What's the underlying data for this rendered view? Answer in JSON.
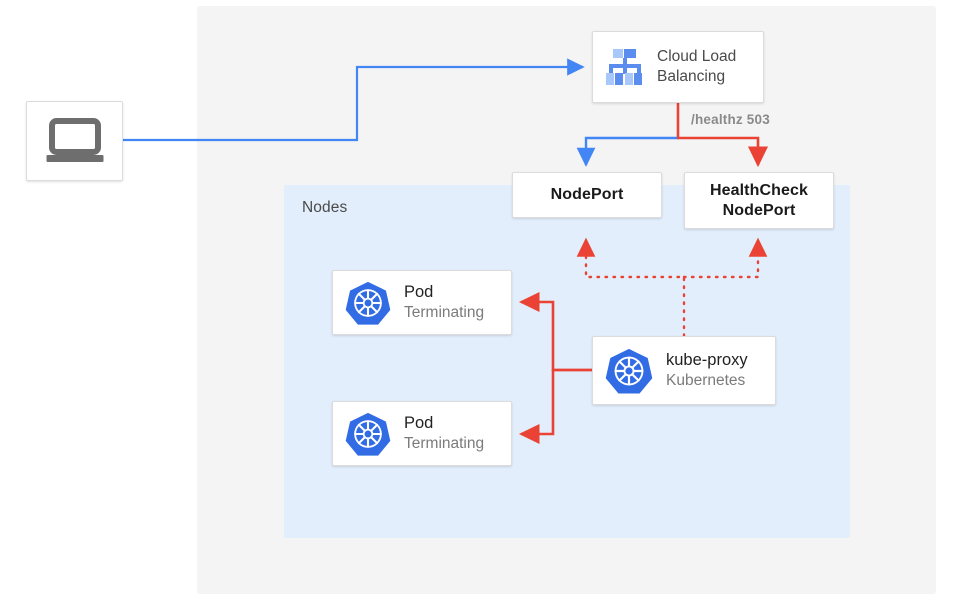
{
  "diagram": {
    "regions": {
      "outer_label": "",
      "nodes_label": "Nodes"
    },
    "annotations": {
      "healthz": "/healthz 503"
    },
    "nodes": [
      {
        "id": "client",
        "icon": "laptop-icon",
        "title": "",
        "subtitle": ""
      },
      {
        "id": "cloud-load-balancing",
        "icon": "cloud-load-balancing-icon",
        "title": "Cloud Load\nBalancing",
        "title_line1": "Cloud Load",
        "title_line2": "Balancing",
        "subtitle": ""
      },
      {
        "id": "nodeport",
        "icon": "",
        "title": "NodePort",
        "subtitle": ""
      },
      {
        "id": "healthcheck-nodeport",
        "icon": "",
        "title_line1": "HealthCheck",
        "title_line2": "NodePort",
        "subtitle": ""
      },
      {
        "id": "pod-1",
        "icon": "kubernetes-icon",
        "title": "Pod",
        "subtitle": "Terminating"
      },
      {
        "id": "pod-2",
        "icon": "kubernetes-icon",
        "title": "Pod",
        "subtitle": "Terminating"
      },
      {
        "id": "kube-proxy",
        "icon": "kubernetes-icon",
        "title": "kube-proxy",
        "subtitle": "Kubernetes"
      }
    ],
    "colors": {
      "traffic_blue": "#4285f4",
      "health_red": "#ea4335",
      "region_outer": "#f4f4f4",
      "region_nodes": "#e2eefb",
      "kubernetes_blue": "#326ce5",
      "icon_gray": "#6e6e6e",
      "card_border": "#dcdcdc"
    },
    "edges": [
      {
        "from": "client",
        "to": "cloud-load-balancing",
        "style": "solid",
        "color": "#4285f4"
      },
      {
        "from": "cloud-load-balancing",
        "to": "nodeport",
        "style": "solid",
        "color": "#4285f4"
      },
      {
        "from": "cloud-load-balancing",
        "to": "healthcheck-nodeport",
        "style": "solid",
        "color": "#ea4335",
        "label": "/healthz 503"
      },
      {
        "from": "kube-proxy",
        "to": "nodeport",
        "style": "dotted",
        "color": "#ea4335"
      },
      {
        "from": "kube-proxy",
        "to": "healthcheck-nodeport",
        "style": "dotted",
        "color": "#ea4335"
      },
      {
        "from": "kube-proxy",
        "to": "pod-1",
        "style": "solid",
        "color": "#ea4335"
      },
      {
        "from": "kube-proxy",
        "to": "pod-2",
        "style": "solid",
        "color": "#ea4335"
      }
    ]
  }
}
